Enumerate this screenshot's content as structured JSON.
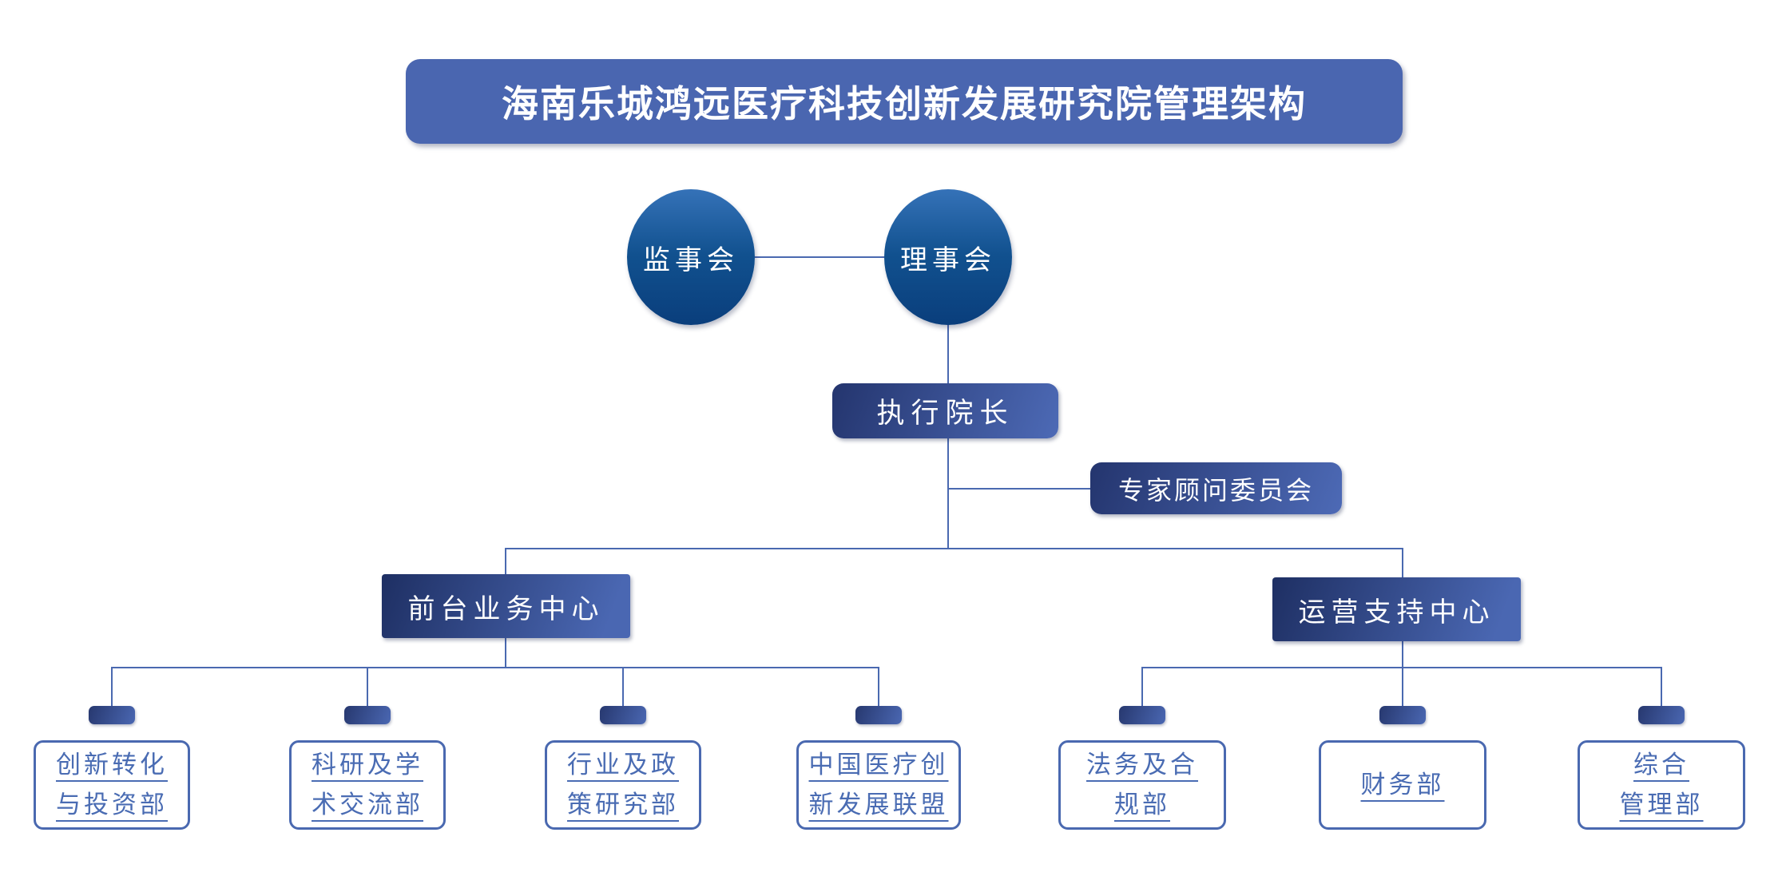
{
  "title": "海南乐城鸿远医疗科技创新发展研究院管理架构",
  "colors": {
    "title_bg": "#4a66b0",
    "line": "#4a69b0",
    "circle_gradient_top": "#3572b8",
    "circle_gradient_bottom": "#0a3e7c",
    "node_gradient_dark": "#24356e",
    "node_gradient_light": "#4d6ab6",
    "leaf_border": "#4a69b0",
    "leaf_text": "#4a6cb3",
    "node_text": "#ffffff",
    "background": "#ffffff"
  },
  "nodes": {
    "supervisory_board": "监事会",
    "council": "理事会",
    "executive_dean": "执行院长",
    "expert_advisory_committee": "专家顾问委员会",
    "front_office_center": "前台业务中心",
    "operations_support_center": "运营支持中心"
  },
  "front_office_departments": [
    {
      "line1": "创新转化",
      "line2": "与投资部"
    },
    {
      "line1": "科研及学",
      "line2": "术交流部"
    },
    {
      "line1": "行业及政",
      "line2": "策研究部"
    },
    {
      "line1": "中国医疗创",
      "line2": "新发展联盟"
    }
  ],
  "operations_departments": [
    {
      "line1": "法务及合",
      "line2": "规部"
    },
    {
      "line1": "财务部",
      "line2": ""
    },
    {
      "line1": "综合",
      "line2": "管理部"
    }
  ]
}
